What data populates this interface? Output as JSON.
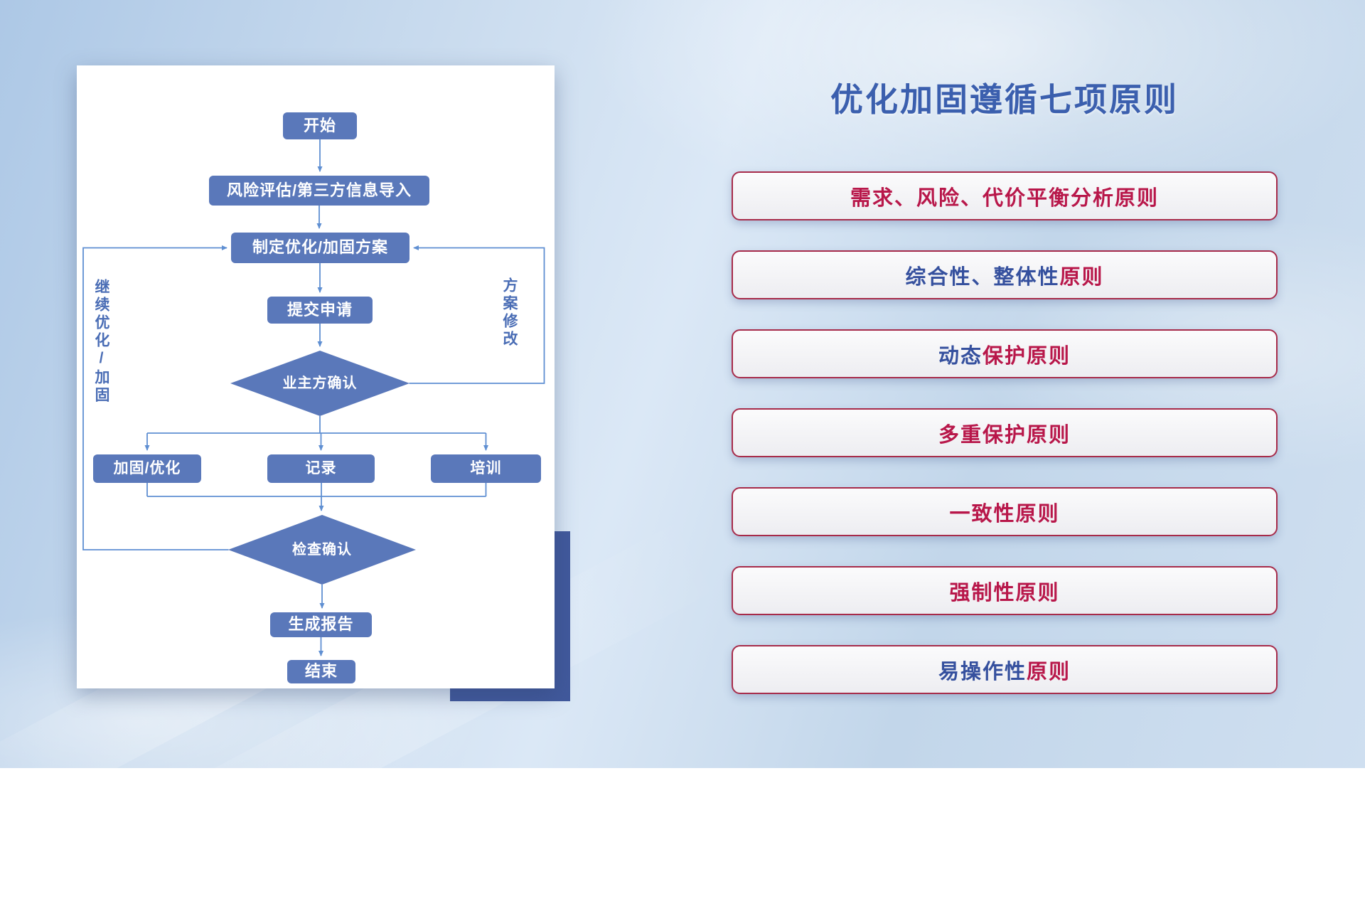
{
  "flowchart": {
    "nodes": {
      "start": "开始",
      "risk_import": "风险评估/第三方信息导入",
      "make_plan": "制定优化/加固方案",
      "submit": "提交申请",
      "owner_confirm": "业主方确认",
      "reinforce": "加固/优化",
      "record": "记录",
      "training": "培训",
      "check_confirm": "检查确认",
      "report": "生成报告",
      "end": "结束"
    },
    "edge_labels": {
      "left_loop": "继续优化/加固",
      "right_loop": "方案修改"
    },
    "colors": {
      "node_fill": "#5a78ba",
      "connector": "#5f8fd2",
      "label_text": "#4a6db5"
    }
  },
  "panel": {
    "title": "优化加固遵循七项原则",
    "title_color": "#3b5fae",
    "pill_border_color": "#a72b4a",
    "principles": [
      {
        "segments": [
          {
            "text": "需求、风险、代价平衡分析原则",
            "color": "#b8174a"
          }
        ]
      },
      {
        "segments": [
          {
            "text": "综合性、整体性",
            "color": "#35509e"
          },
          {
            "text": "原则",
            "color": "#b8174a"
          }
        ]
      },
      {
        "segments": [
          {
            "text": "动态",
            "color": "#35509e"
          },
          {
            "text": "保护原则",
            "color": "#b8174a"
          }
        ]
      },
      {
        "segments": [
          {
            "text": "多重保护原则",
            "color": "#b8174a"
          }
        ]
      },
      {
        "segments": [
          {
            "text": "一致性原则",
            "color": "#b8174a"
          }
        ]
      },
      {
        "segments": [
          {
            "text": "强制性原则",
            "color": "#b8174a"
          }
        ]
      },
      {
        "segments": [
          {
            "text": "易操作性",
            "color": "#35509e"
          },
          {
            "text": "原则",
            "color": "#b8174a"
          }
        ]
      }
    ]
  },
  "decor": {
    "accent_rect_color": "#41599c"
  }
}
